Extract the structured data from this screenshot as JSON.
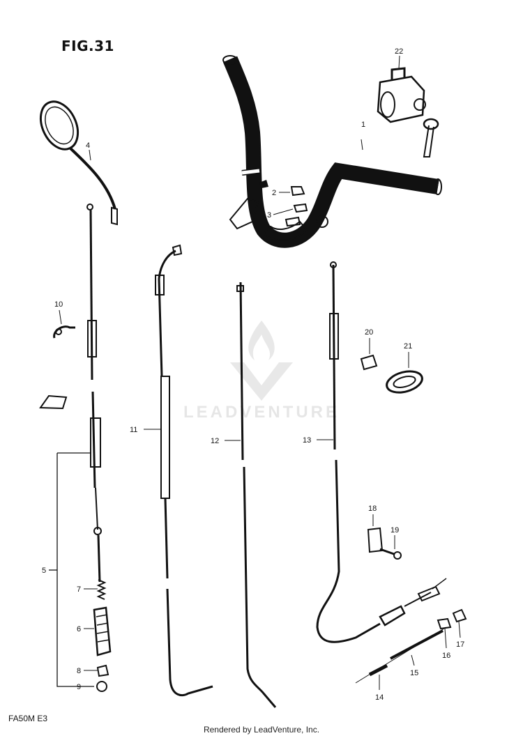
{
  "figure": {
    "title": "FIG.31",
    "model_code": "FA50M E3"
  },
  "footer": {
    "credit": "Rendered by LeadVenture, Inc."
  },
  "watermark": {
    "text": "LEADVENTURE"
  },
  "callouts": {
    "c1": "1",
    "c2": "2",
    "c3": "3",
    "c4": "4",
    "c5": "5",
    "c6": "6",
    "c7": "7",
    "c8": "8",
    "c9": "9",
    "c10": "10",
    "c11": "11",
    "c12": "12",
    "c13": "13",
    "c14": "14",
    "c15": "15",
    "c16": "16",
    "c17": "17",
    "c18": "18",
    "c19": "19",
    "c20": "20",
    "c21": "21",
    "c22": "22"
  }
}
